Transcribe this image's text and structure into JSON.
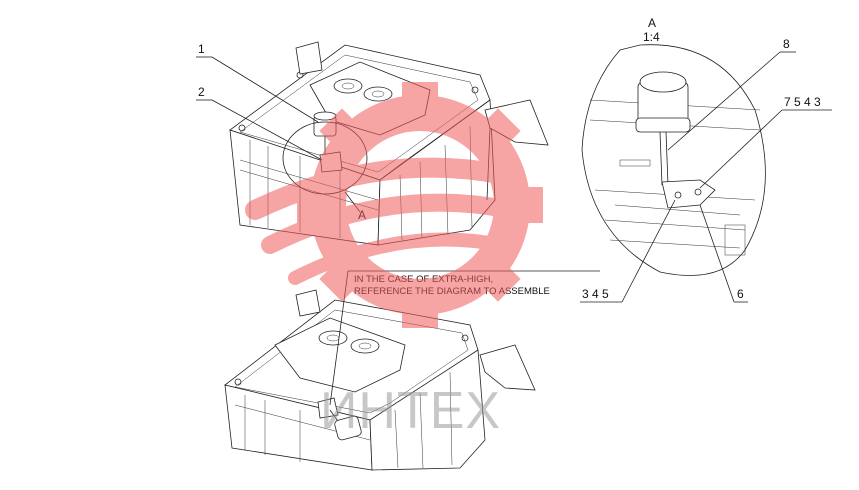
{
  "callouts": {
    "c1": "1",
    "c2": "2",
    "c8": "8",
    "c7543": "7 5 4 3",
    "c345": "3 4 5",
    "c6": "6"
  },
  "detail": {
    "view_label": "A",
    "scale": "1:4",
    "ref_label": "A"
  },
  "note": {
    "line1": "IN THE CASE OF EXTRA-HIGH,",
    "line2": "REFERENCE THE DIAGRAM TO ASSEMBLE"
  },
  "watermark": {
    "text": "ИНТЕХ",
    "color": "#f05a5a"
  }
}
